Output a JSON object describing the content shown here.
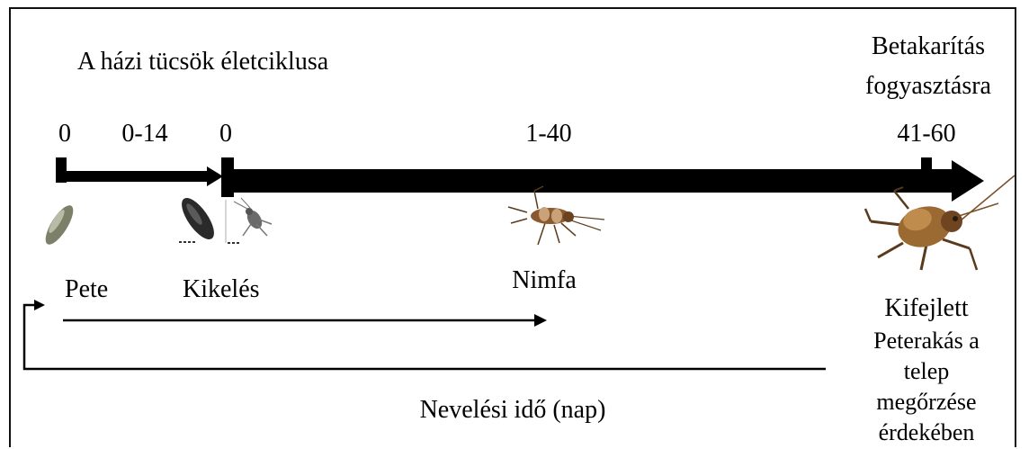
{
  "title": "A házi tücsök életciklusa",
  "harvest_label_line1": "Betakarítás",
  "harvest_label_line2": "fogyasztásra",
  "day_marks": {
    "egg_start": "0",
    "egg_range": "0-14",
    "hatch_start": "0",
    "nymph_range": "1-40",
    "adult_range": "41-60"
  },
  "stages": {
    "egg": "Pete",
    "hatch": "Kikelés",
    "nymph": "Nimfa",
    "adult": "Kifejlett"
  },
  "adult_note": [
    "Peterakás a",
    "telep",
    "megőrzése",
    "érdekében"
  ],
  "axis_caption": "Nevelési idő (nap)",
  "colors": {
    "line": "#000000",
    "egg": "#7d8068",
    "hatchling": "#2a2a2a",
    "nymph": "#8a5a2e",
    "adult": "#9b6a32"
  },
  "icons": [
    "egg-icon",
    "hatched-egg-icon",
    "hatchling-icon",
    "nymph-cricket-icon",
    "adult-cricket-icon"
  ]
}
